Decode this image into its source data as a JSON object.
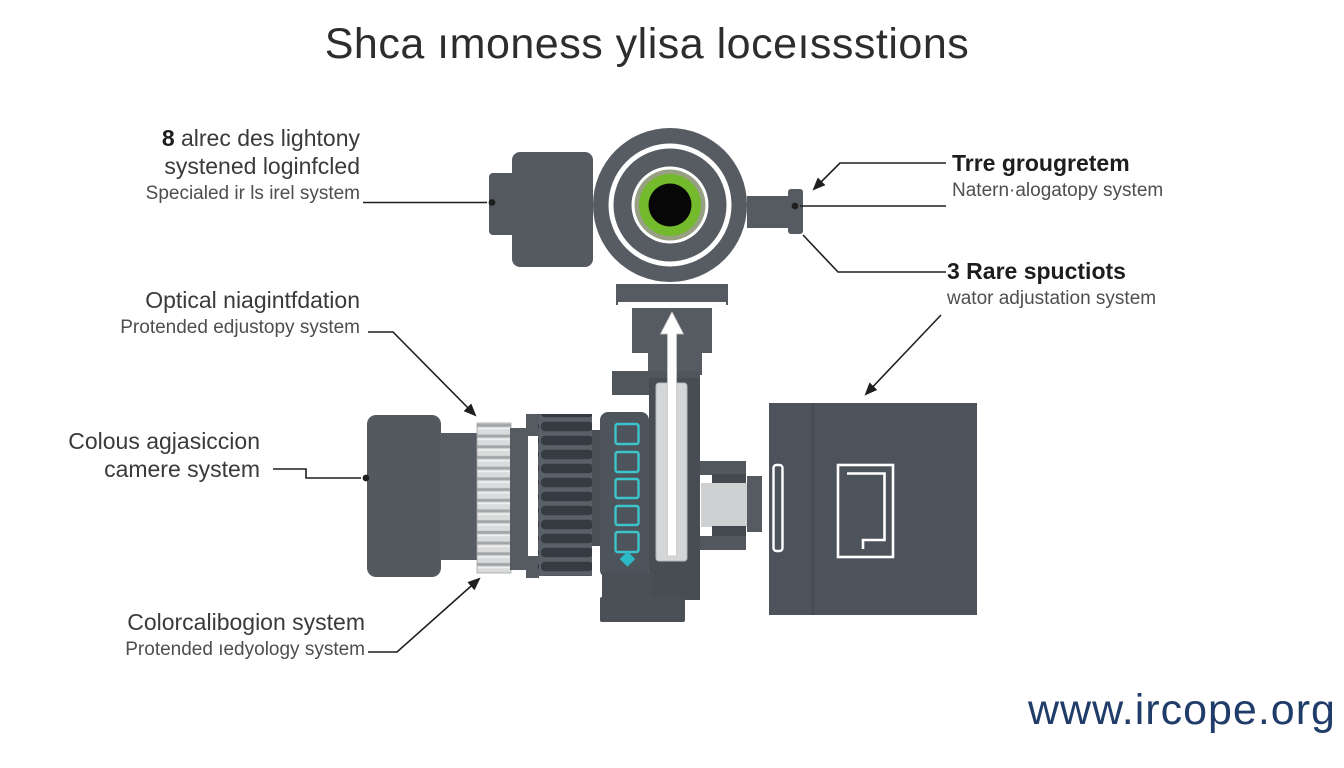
{
  "title": "Shca ımoness ylisa loceıssstions",
  "watermark": "www.ircope.org",
  "labels": {
    "left": [
      {
        "num": "8",
        "rest": "alrec des lightony",
        "line2": "systened loginfcled",
        "subtitle": "Specialed ir ls irel system"
      },
      {
        "title": "Optical niagintfdation",
        "subtitle": "Protended edjustopy system"
      },
      {
        "title": "Colous agjasiccion",
        "line2": "camere system"
      },
      {
        "title": "Colorcalibogion system",
        "subtitle": "Protended ıedyology system"
      }
    ],
    "right": [
      {
        "title": "Trre grougretem",
        "subtitle": "Natern·alogatopy system"
      },
      {
        "title": "3 Rare spuctiots",
        "subtitle": "wator adjustation system"
      }
    ]
  },
  "colors": {
    "body_gray": "#565b62",
    "dark_gray": "#4d535b",
    "accent_cyan": "#3cc4cc",
    "lens_green": "#73ba2c",
    "watermark_navy": "#203c68",
    "leader_line": "#1f1f1f"
  },
  "icons": {
    "up_arrow": "white up arrow on scope column",
    "indicator_squares": "5 cyan square outlines",
    "diamond": "cyan diamond marker"
  }
}
